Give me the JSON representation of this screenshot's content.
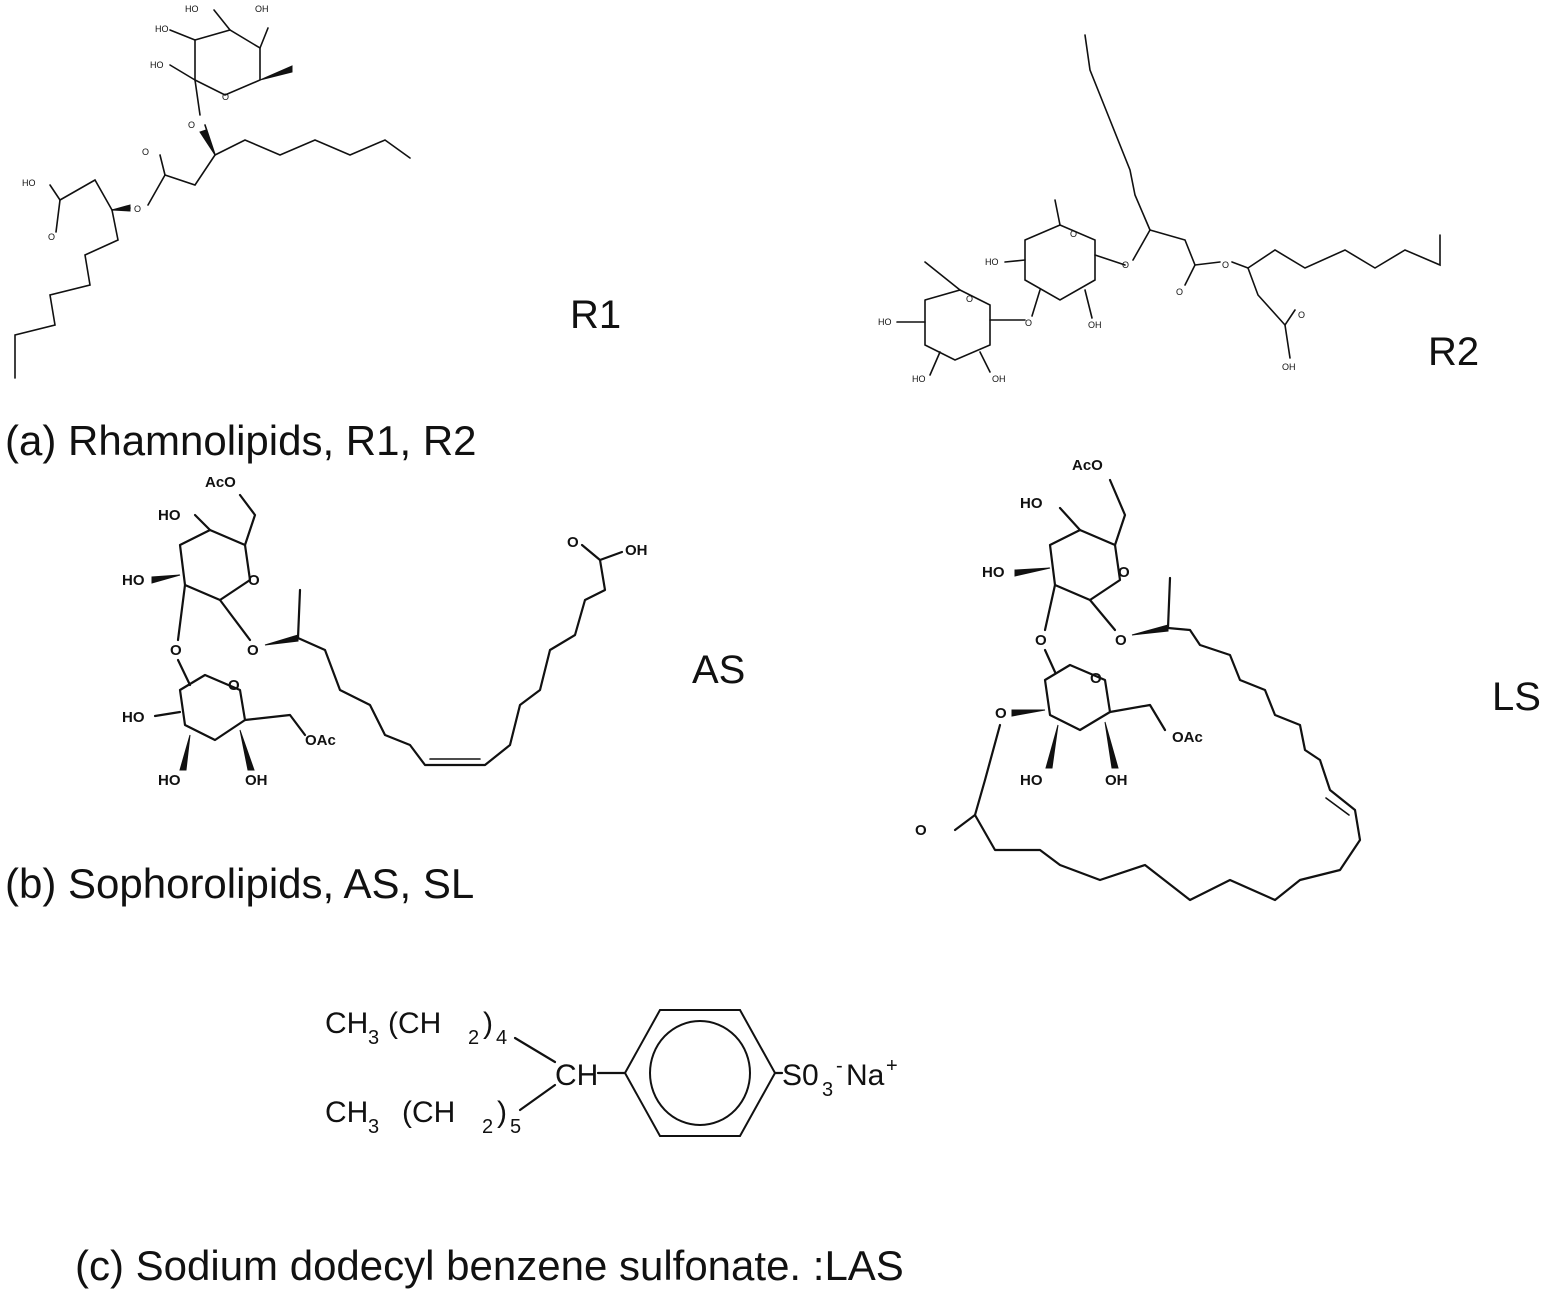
{
  "labels": {
    "r1": "R1",
    "r2": "R2",
    "as": "AS",
    "ls": "LS"
  },
  "captions": {
    "a": "(a) Rhamnolipids, R1, R2",
    "b": "(b) Sophorolipids, AS, SL",
    "c": "(c) Sodium dodecyl benzene sulfonate. :LAS"
  },
  "atoms": {
    "oh": "OH",
    "ho": "HO",
    "o": "O",
    "aco": "AcO",
    "oac": "OAc"
  },
  "las": {
    "top_chain": "CH",
    "top_sub1": "3",
    "top_paren": "(CH",
    "top_sub2": "2",
    "top_close": ")",
    "top_n": "4",
    "bottom_chain": "CH",
    "bottom_sub1": "3",
    "bottom_paren": "(CH",
    "bottom_sub2": "2",
    "bottom_close": ")",
    "bottom_n": "5",
    "center": "CH",
    "sulfonate": "S0",
    "sulfonate_sub": "3",
    "sulfonate_charge": "-",
    "counterion": "Na",
    "counterion_charge": "+"
  }
}
